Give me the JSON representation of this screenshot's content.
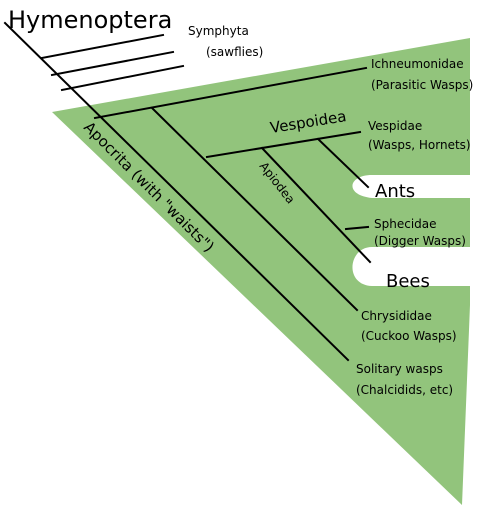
{
  "title": "Hymenoptera",
  "clade_apocrita": "Apocrita (with \"waists\")",
  "clade_vespoidea": "Vespoidea",
  "clade_apiodea": "Apiodea",
  "taxa": {
    "symphyta": {
      "name": "Symphyta",
      "note": "(sawflies)"
    },
    "ichneumonidae": {
      "name": "Ichneumonidae",
      "note": "(Parasitic Wasps)"
    },
    "vespidae": {
      "name": "Vespidae",
      "note": "(Wasps, Hornets)"
    },
    "ants": {
      "name": "Ants"
    },
    "sphecidae": {
      "name": "Sphecidae",
      "note": "(Digger Wasps)"
    },
    "bees": {
      "name": "Bees"
    },
    "chrysididae": {
      "name": "Chrysididae",
      "note": "(Cuckoo Wasps)"
    },
    "solitary": {
      "name": "Solitary wasps",
      "note": "(Chalcidids, etc)"
    }
  },
  "colors": {
    "apocrita_fill": "#92c47c",
    "line": "#000000",
    "background": "#ffffff"
  }
}
